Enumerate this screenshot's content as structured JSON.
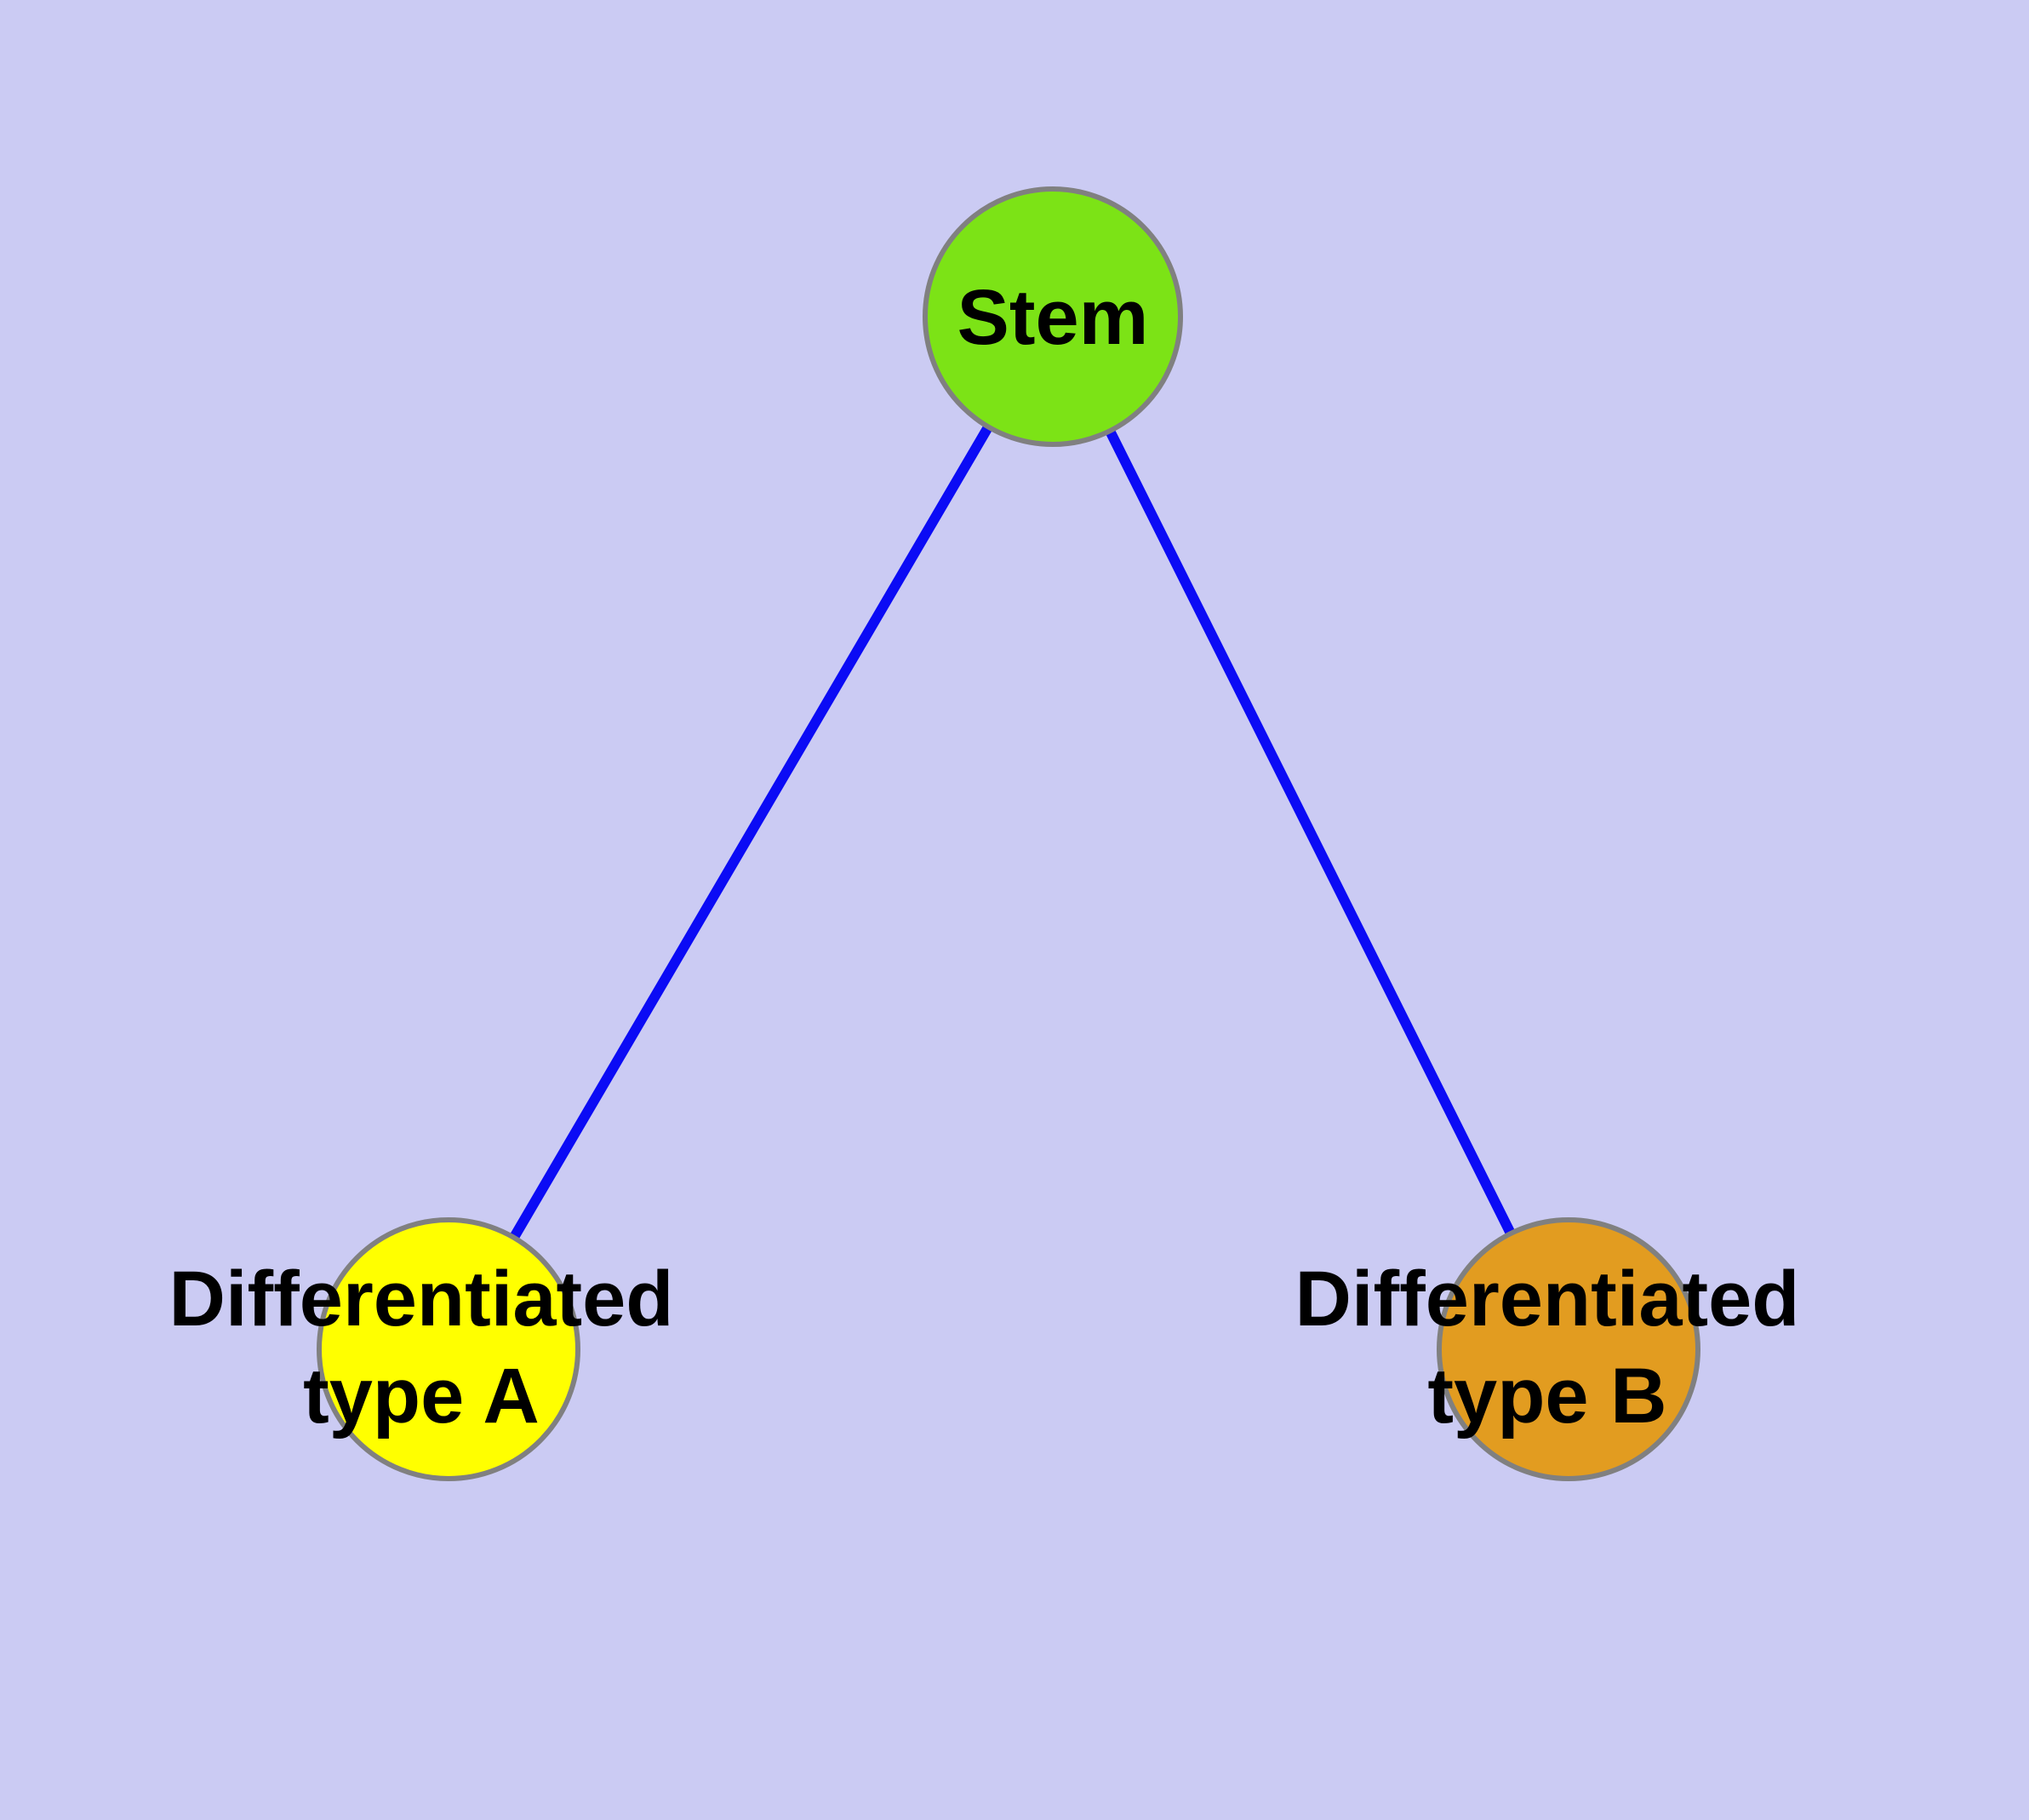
{
  "diagram": {
    "type": "node-link-graph",
    "description": "Stem cell differentiation graph: one stem node with two differentiated child nodes",
    "background_color": "#cbcbf3",
    "edge_color": "#0b0bf5",
    "node_border_color": "#808080",
    "label_color": "#000000",
    "nodes": [
      {
        "id": "stem",
        "label": "Stem",
        "fill_color": "#7ce316"
      },
      {
        "id": "differentiated-type-a",
        "label": "Differentiated type A",
        "label_line1": "Differentiated",
        "label_line2": "type A",
        "fill_color": "#ffff00"
      },
      {
        "id": "differentiated-type-b",
        "label": "Differentiated type B",
        "label_line1": "Differentiated",
        "label_line2": "type B",
        "fill_color": "#e29c20"
      }
    ],
    "edges": [
      {
        "from": "Stem",
        "to": "Differentiated type A"
      },
      {
        "from": "Stem",
        "to": "Differentiated type B"
      }
    ]
  }
}
